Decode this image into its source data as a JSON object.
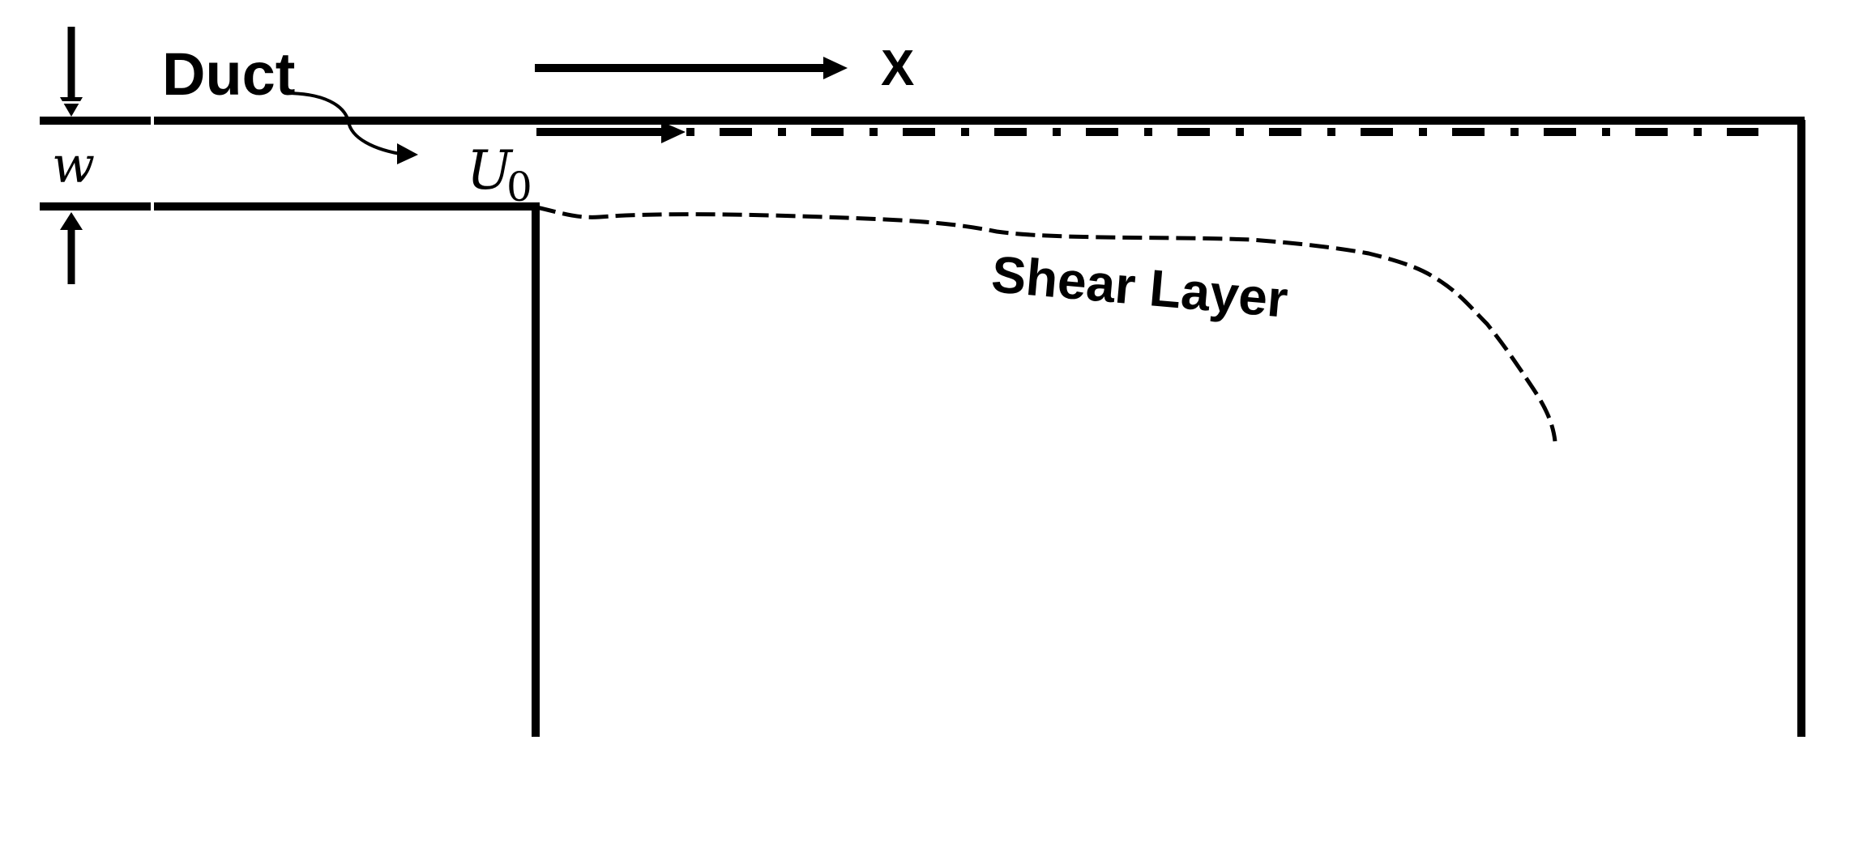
{
  "diagram": {
    "labels": {
      "duct": "Duct",
      "x_axis": "X",
      "width": "w",
      "velocity": "U",
      "velocity_subscript": "0",
      "shear_layer": "Shear Layer"
    },
    "colors": {
      "stroke": "#000000",
      "background": "#ffffff"
    }
  }
}
